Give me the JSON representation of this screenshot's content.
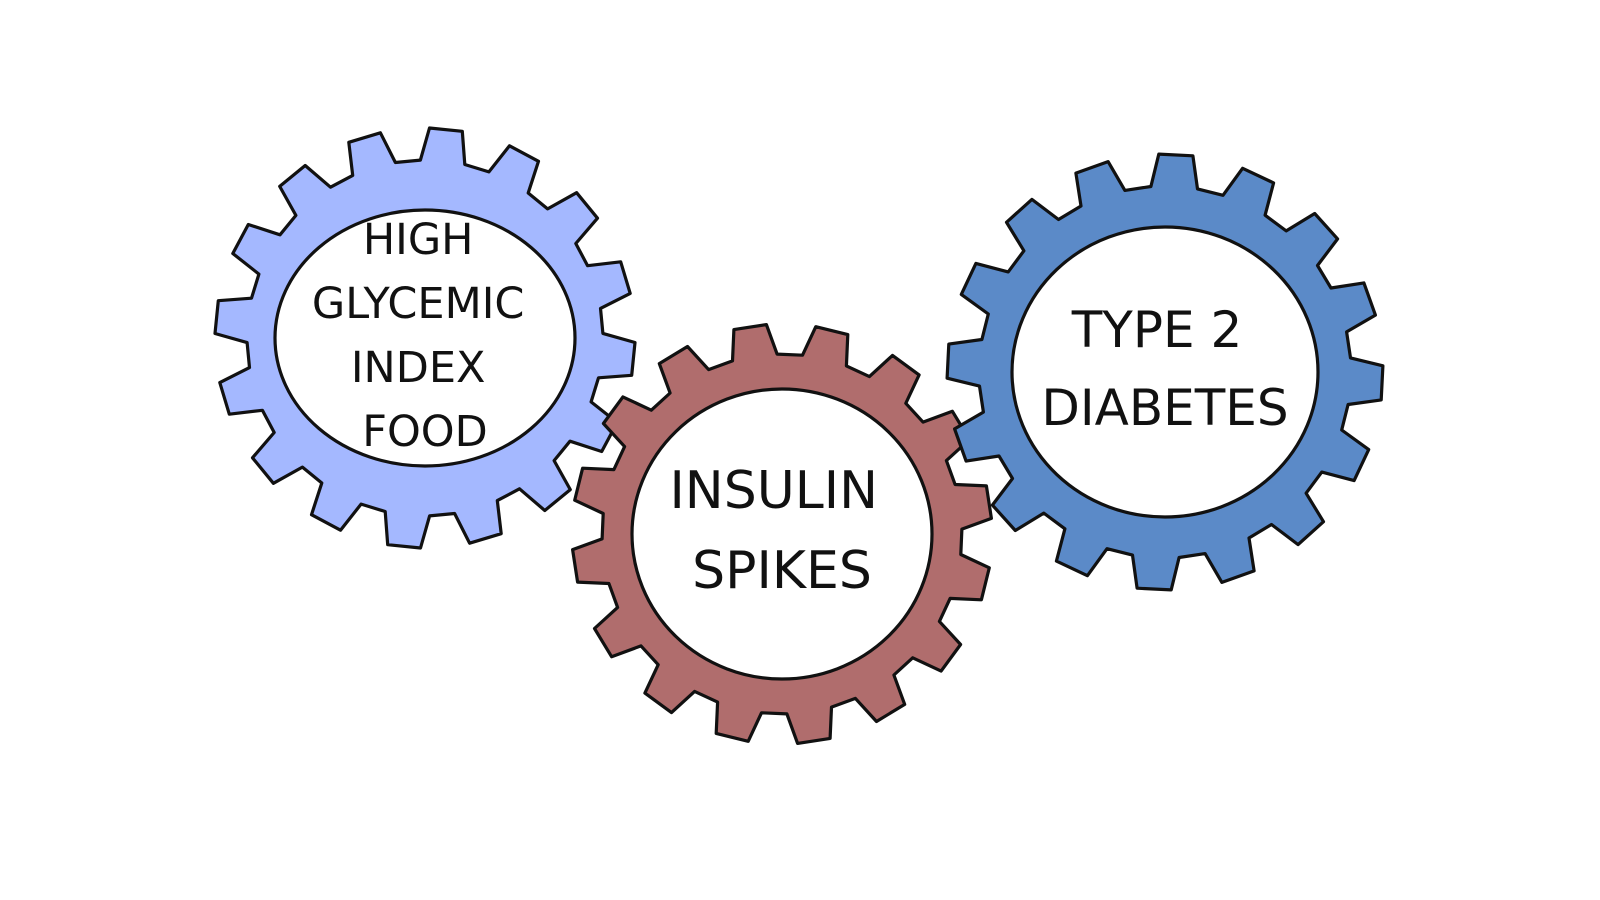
{
  "gears": [
    {
      "id": "high-glycemic-index-food",
      "lines": [
        "HIGH",
        "GLYCEMIC",
        "INDEX",
        "FOOD"
      ],
      "fill": "#a4b8ff"
    },
    {
      "id": "insulin-spikes",
      "lines": [
        "INSULIN",
        "SPIKES"
      ],
      "fill": "#b06d6d"
    },
    {
      "id": "type-2-diabetes",
      "lines": [
        "TYPE 2",
        "DIABETES"
      ],
      "fill": "#5b8ac8"
    }
  ]
}
